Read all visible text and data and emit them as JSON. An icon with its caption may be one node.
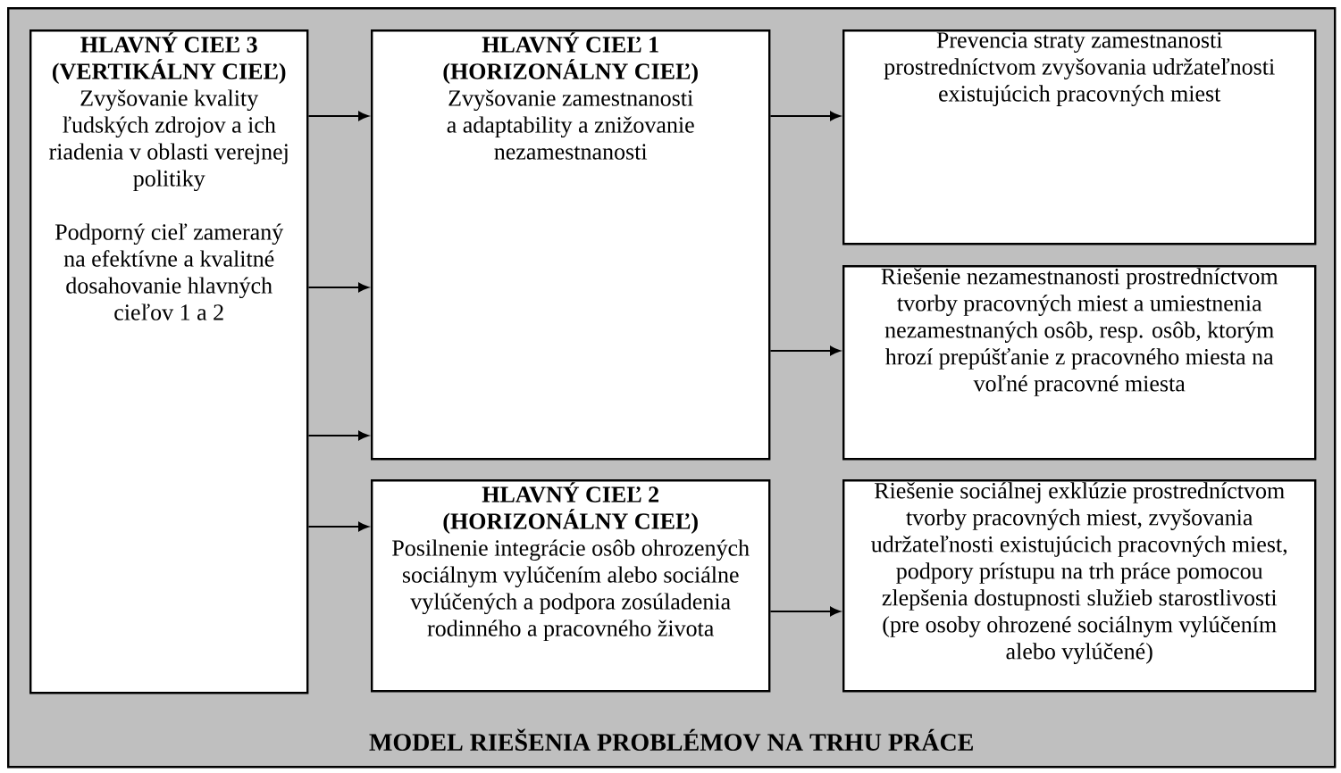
{
  "diagram": {
    "nodes": [
      {
        "text": [
          "MODEL RIEŠENIA PROBLÉMOV NA TRHU PRÁCE"
        ]
      },
      {
        "text": [
          "HLAVNÝ CIEĽ 3 (VERTIKÁLNY CIEĽ)",
          "Zvyšovanie kvality ľudských zdrojov a ich riadenia v oblasti verejnej politiky",
          "Podporný cieľ zameraný na efektívne a kvalitné dosahovanie hlavných cieľov 1 a 2"
        ],
        "in": 0
      },
      {
        "text": [
          "HLAVNÝ CIEĽ 1 (HORIZONÁLNY CIEĽ)",
          "Zvyšovanie zamestnanosti a adaptability a znižovanie nezamestnanosti"
        ],
        "in": 0
      },
      {
        "text": [
          "Prevencia straty zamestnanosti prostredníctvom zvyšovania udržateľnosti existujúcich pracovných miest"
        ],
        "in": 0
      },
      {
        "text": [
          "Riešenie nezamestnanosti prostredníctvom tvorby pracovných miest a umiestnenia nezamestnaných osôb, resp. osôb, ktorým hrozí prepúšťanie z pracovného miesta na voľné pracovné miesta"
        ],
        "in": 0
      },
      {
        "text": [
          "HLAVNÝ CIEĽ 2 (HORIZONÁLNY CIEĽ)",
          "Posilnenie integrácie osôb ohrozených sociálnym vylúčením alebo sociálne vylúčených a podpora zosúladenia rodinného a pracovného života"
        ],
        "in": 0
      },
      {
        "text": [
          "Riešenie sociálnej exklúzie prostredníctvom tvorby pracovných miest, zvyšovania udržateľnosti existujúcich pracovných miest, podpory prístupu na trh práce pomocou zlepšenia dostupnosti služieb starostlivosti (pre osoby ohrozené sociálnym vylúčením alebo vylúčené)"
        ],
        "in": 0
      }
    ],
    "edges": [
      {
        "from": 1,
        "to": 2,
        "arrow": "to"
      },
      {
        "from": 1,
        "to": 2,
        "arrow": "to"
      },
      {
        "from": 1,
        "to": 2,
        "arrow": "to"
      },
      {
        "from": 1,
        "to": 5,
        "arrow": "to"
      },
      {
        "from": 2,
        "to": 3,
        "arrow": "to"
      },
      {
        "from": 2,
        "to": 4,
        "arrow": "to"
      },
      {
        "from": 5,
        "to": 6,
        "arrow": "to"
      }
    ]
  }
}
